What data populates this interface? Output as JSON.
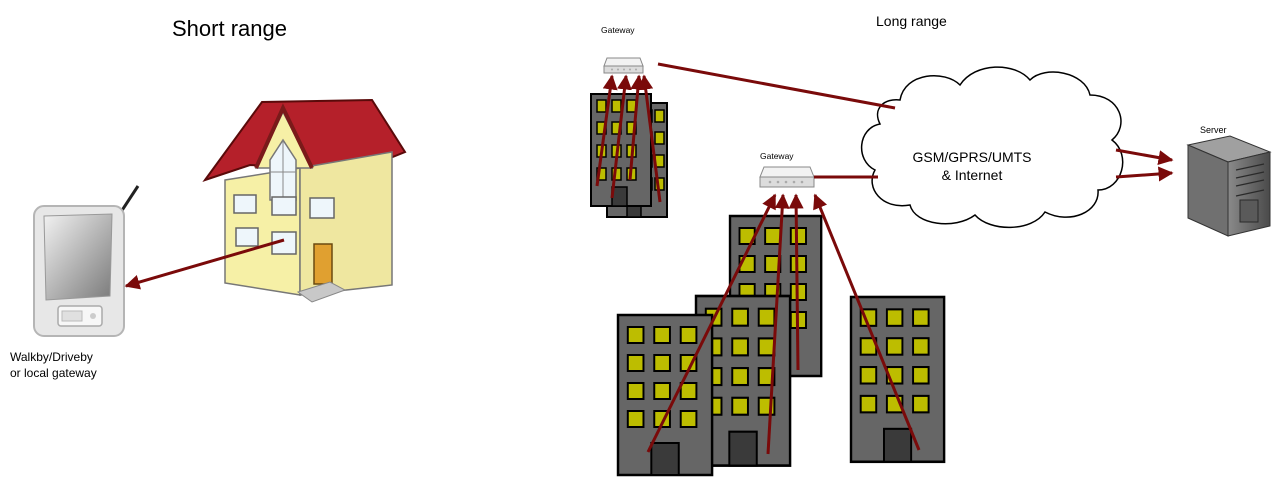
{
  "short_range": {
    "title": "Short range"
  },
  "long_range": {
    "title": "Long range"
  },
  "gateways": [
    {
      "label": "Gateway"
    },
    {
      "label": "Gateway"
    }
  ],
  "server": {
    "label": "Server"
  },
  "cloud": {
    "line1": "GSM/GPRS/UMTS",
    "line2": "& Internet"
  },
  "device": {
    "line1": "Walkby/Driveby",
    "line2": "or local gateway"
  },
  "colors": {
    "arrow": "#7a0a0a",
    "building_body": "#666666",
    "window": "#bdbd00",
    "roof": "#b5202a",
    "house_wall": "#f6f0a6",
    "door": "#e0a030"
  },
  "icons": [
    "house-icon",
    "handheld-device-icon",
    "gateway-icon",
    "server-icon",
    "cloud-icon",
    "building-icon"
  ]
}
